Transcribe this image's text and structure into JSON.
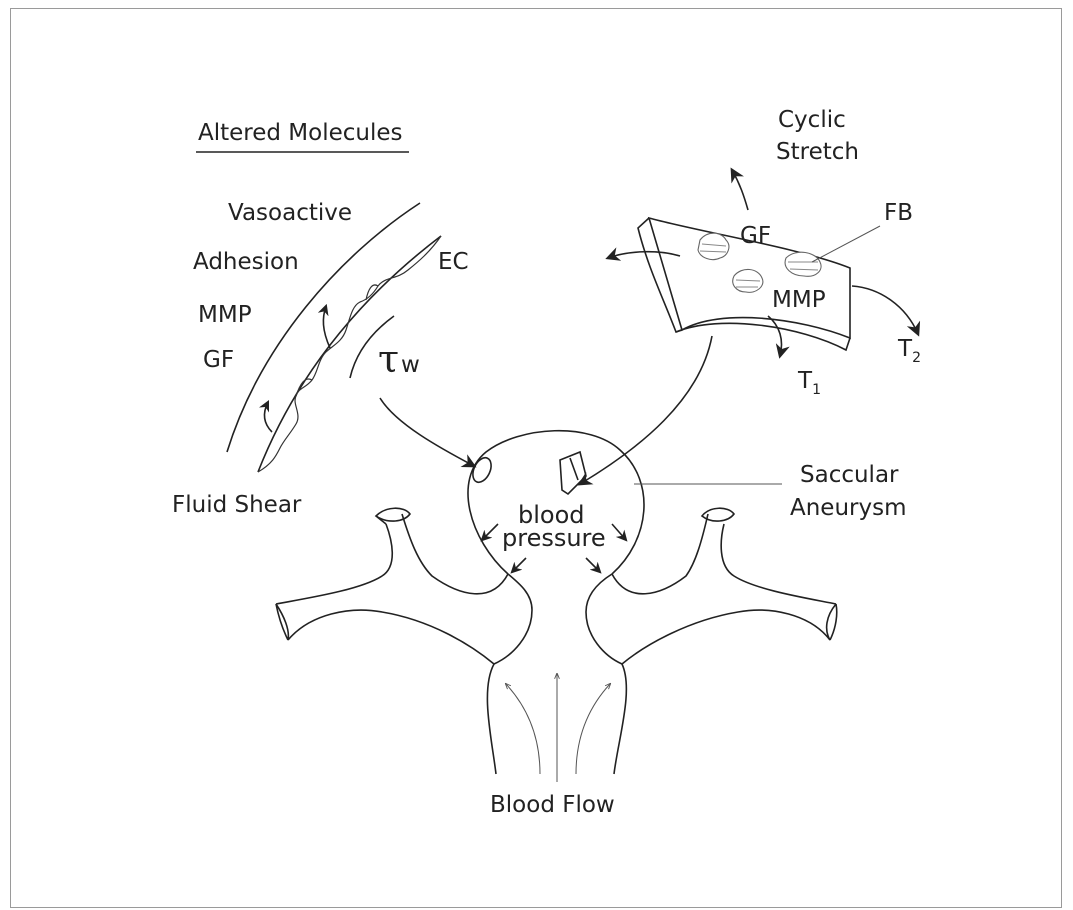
{
  "labels": {
    "altered_molecules": "Altered Molecules",
    "vasoactive": "Vasoactive",
    "adhesion": "Adhesion",
    "mmp_left": "MMP",
    "gf_left": "GF",
    "ec": "EC",
    "tau": "τ",
    "tau_sub": "w",
    "fluid_shear": "Fluid Shear",
    "cyclic": "Cyclic",
    "stretch": "Stretch",
    "fb": "FB",
    "gf_right": "GF",
    "mmp_right": "MMP",
    "t1": "T",
    "t1_sub": "1",
    "t2": "T",
    "t2_sub": "2",
    "saccular": "Saccular",
    "aneurysm": "Aneurysm",
    "blood": "blood",
    "pressure": "pressure",
    "blood_flow": "Blood Flow"
  },
  "colors": {
    "stroke": "#222222",
    "frame": "#9a9a9a",
    "background": "#ffffff"
  }
}
